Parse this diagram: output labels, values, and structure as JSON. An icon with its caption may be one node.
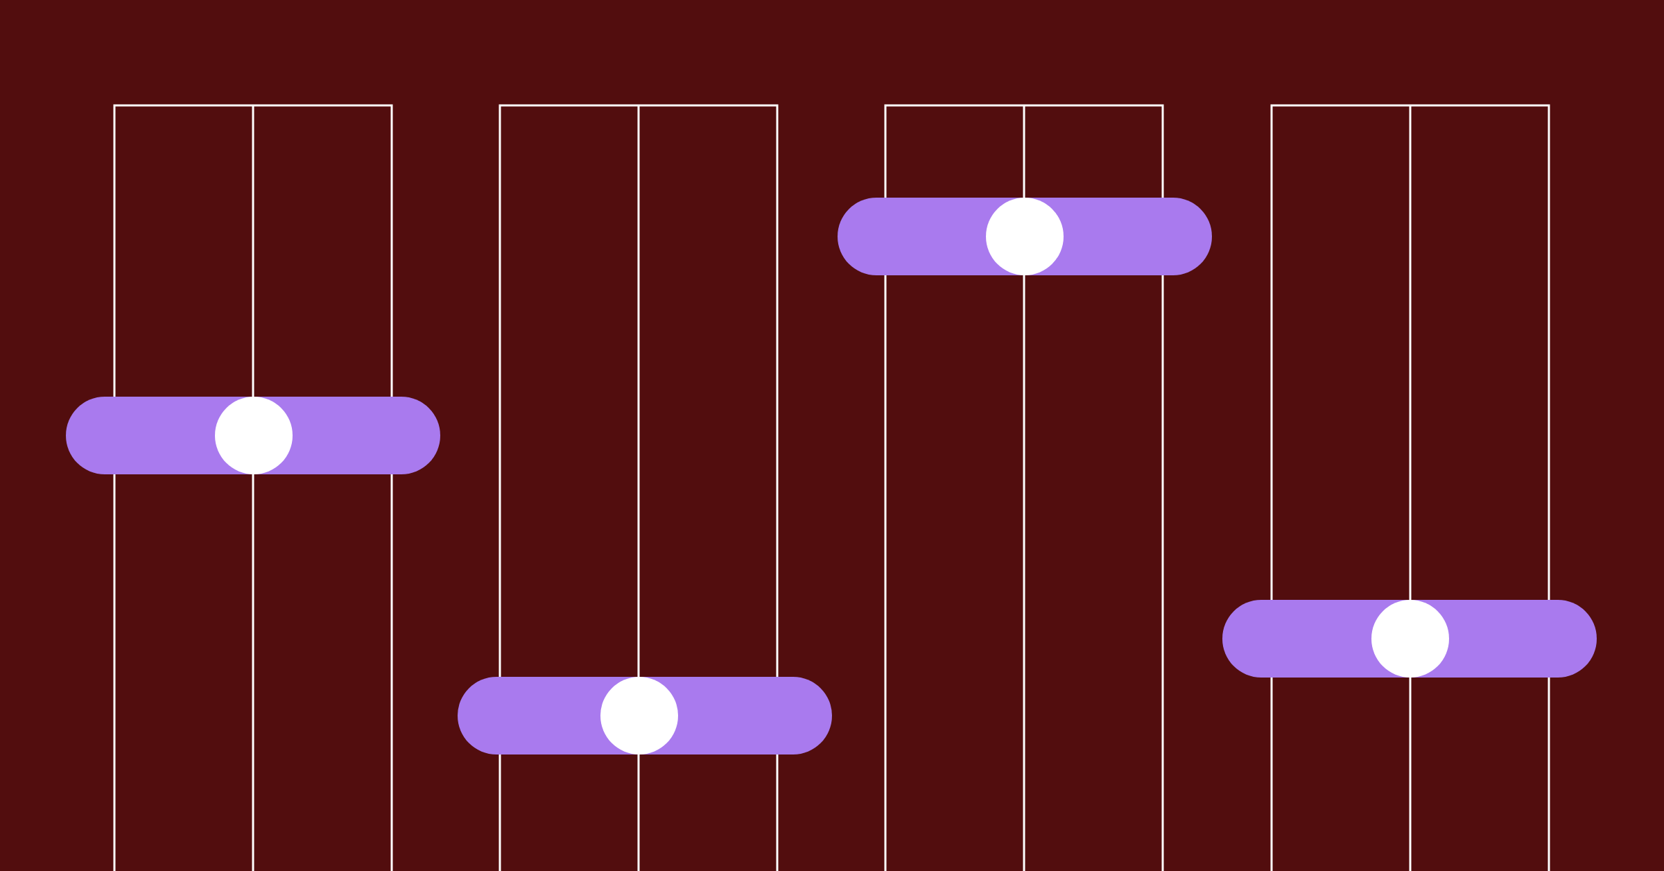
{
  "diagram": {
    "nodes": [
      {
        "text": [],
        "shape": "bar"
      },
      {
        "text": [],
        "shape": "bar"
      },
      {
        "text": [],
        "shape": "bar"
      },
      {
        "text": [],
        "shape": "bar"
      }
    ]
  }
}
